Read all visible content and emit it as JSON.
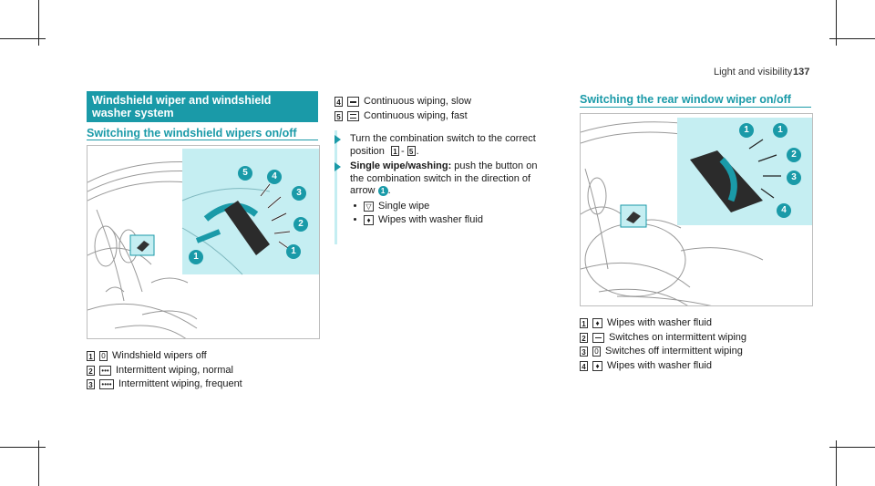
{
  "page_header": {
    "section": "Light and visibility",
    "page_number": "137"
  },
  "left": {
    "header": "Windshield wiper and windshield washer system",
    "subheading": "Switching the windshield wipers on/off",
    "items": [
      {
        "num": "1",
        "symbol": "0",
        "text": "Windshield wipers off"
      },
      {
        "num": "2",
        "symbol": "•••",
        "text": "Intermittent wiping, normal"
      },
      {
        "num": "3",
        "symbol": "••••",
        "text": "Intermittent wiping, frequent"
      }
    ],
    "figure_callouts": [
      "1",
      "2",
      "3",
      "4",
      "5"
    ]
  },
  "middle": {
    "items": [
      {
        "num": "4",
        "text": "Continuous wiping, slow"
      },
      {
        "num": "5",
        "text": "Continuous wiping, fast"
      }
    ],
    "step1_line1": "Turn the combination switch to the correct",
    "step1_line2_prefix": "position",
    "step1_from": "1",
    "step1_sep": "-",
    "step1_to": "5",
    "step1_end": ".",
    "step2_label": "Single wipe/washing:",
    "step2_line1_rest": " push the button on",
    "step2_line2": "the combination switch in the direction of",
    "step2_line3_prefix": "arrow",
    "step2_callout": "1",
    "step2_end": ".",
    "bullets": [
      "Single wipe",
      "Wipes with washer fluid"
    ]
  },
  "right": {
    "subheading": "Switching the rear window wiper on/off",
    "items": [
      {
        "num": "1",
        "text": "Wipes with washer fluid"
      },
      {
        "num": "2",
        "text": "Switches on intermittent wiping"
      },
      {
        "num": "3",
        "symbol": "0",
        "text": "Switches off intermittent wiping"
      },
      {
        "num": "4",
        "text": "Wipes with washer fluid"
      }
    ],
    "figure_callouts": [
      "1",
      "1",
      "2",
      "3",
      "4"
    ]
  },
  "colors": {
    "accent": "#1a9aa8",
    "figure_inset": "#c5eef2"
  }
}
